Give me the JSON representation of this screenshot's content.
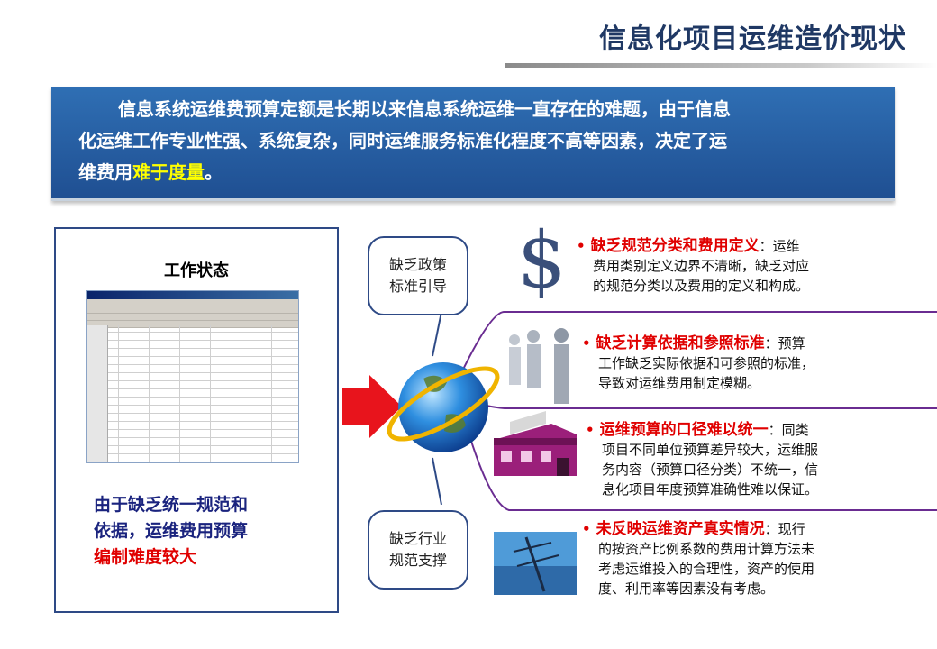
{
  "title": "信息化项目运维造价现状",
  "banner": {
    "line1": "信息系统运维费预算定额是长期以来信息系统运维一直存在的难题，由于信息",
    "line2": "化运维工作专业性强、系统复杂，同时运维服务标准化程度不高等因素，决定了运",
    "line3_prefix": "维费用",
    "line3_highlight": "难于度量",
    "line3_suffix": "。"
  },
  "left_panel": {
    "label": "工作状态",
    "caption_line1": "由于缺乏统一规范和",
    "caption_line2": "依据，运维费用预算",
    "caption_line3": "编制难度较大"
  },
  "bubbles": {
    "top": [
      "缺乏政策",
      "标准引导"
    ],
    "bottom": [
      "缺乏行业",
      "规范支撑"
    ]
  },
  "items": [
    {
      "head": "缺乏规范分类和费用定义",
      "sep": "：",
      "lines": [
        "运维",
        "费用类别定义边界不清晰，缺乏对应",
        "的规范分类以及费用的定义和构成。"
      ]
    },
    {
      "head": "缺乏计算依据和参照标准",
      "sep": "：",
      "lines": [
        "预算",
        "工作缺乏实际依据和可参照的标准，",
        "导致对运维费用制定模糊。"
      ]
    },
    {
      "head": "运维预算的口径难以统一",
      "sep": "：",
      "lines": [
        "同类",
        "项目不同单位预算差异较大，运维服",
        "务内容（预算口径分类）不统一，信",
        "息化项目年度预算准确性难以保证。"
      ]
    },
    {
      "head": "未反映运维资产真实情况",
      "sep": "：",
      "lines": [
        "现行",
        "的按资产比例系数的费用计算方法未",
        "考虑运维投入的合理性，资产的使用",
        "度、利用率等因素没有考虑。"
      ]
    }
  ],
  "bullet": "•",
  "dollar_symbol": "$",
  "colors": {
    "accent": "#1f3864",
    "banner": "#2a64aa",
    "highlight": "#ffff00",
    "red": "#e00000",
    "connector": "#6a2c91"
  }
}
